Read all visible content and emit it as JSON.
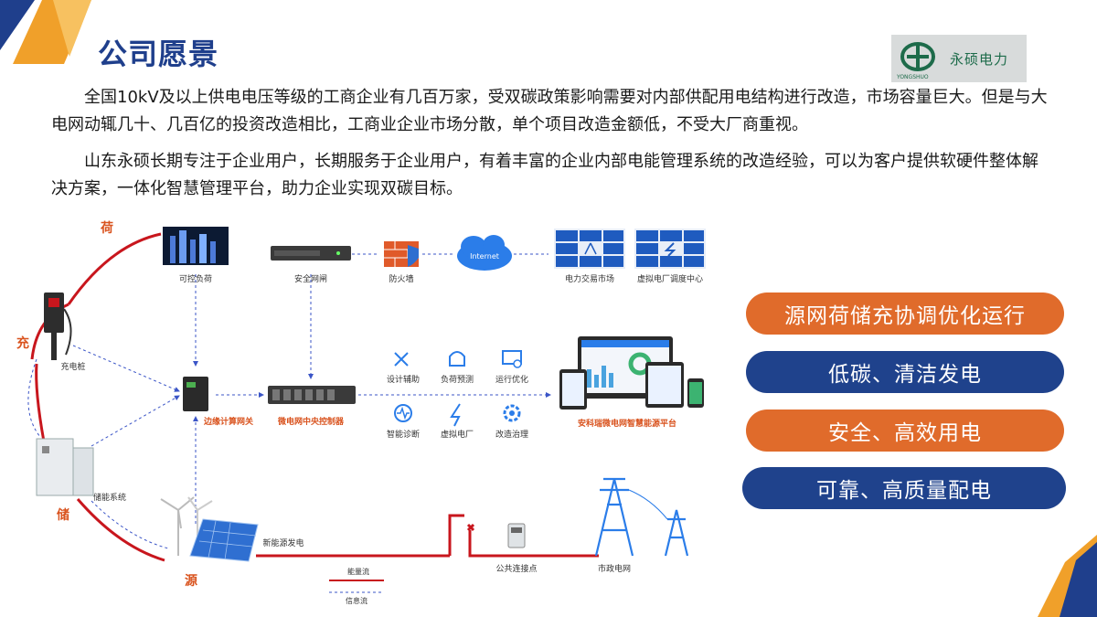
{
  "title": "公司愿景",
  "logo": {
    "brand": "永硕电力",
    "latin": "YONGSHUO"
  },
  "paragraphs": [
    "全国10kV及以上供电电压等级的工商企业有几百万家，受双碳政策影响需要对内部供配用电结构进行改造，市场容量巨大。但是与大电网动辄几十、几百亿的投资改造相比，工商业企业市场分散，单个项目改造金额低，不受大厂商重视。",
    "山东永硕长期专注于企业用户，长期服务于企业用户，有着丰富的企业内部电能管理系统的改造经验，可以为客户提供软硬件整体解决方案，一体化智慧管理平台，助力企业实现双碳目标。"
  ],
  "diagram": {
    "arc_labels": {
      "load": "荷",
      "charge": "充",
      "store": "储",
      "source": "源"
    },
    "nodes": {
      "controllable_load": "可控负荷",
      "security_gateway": "安全网闸",
      "firewall": "防火墙",
      "internet": "Internet",
      "power_market": "电力交易市场",
      "vpp_center": "虚拟电厂调度中心",
      "charging_pile": "充电桩",
      "edge_gateway": "边缘计算网关",
      "microgrid_controller": "微电网中央控制器",
      "platform": "安科瑞微电网智慧能源平台",
      "storage": "储能系统",
      "renewable": "新能源发电",
      "pcc": "公共连接点",
      "utility_grid": "市政电网"
    },
    "functions": [
      "设计辅助",
      "负荷预测",
      "运行优化",
      "智能诊断",
      "虚拟电厂",
      "改造治理"
    ],
    "legend": {
      "energy": "能量流",
      "info": "信息流"
    },
    "colors": {
      "energy": "#c8161d",
      "info": "#3b55c7",
      "arc_label": "#d9531e"
    }
  },
  "pills": [
    {
      "label": "源网荷储充协调优化运行",
      "color": "orange"
    },
    {
      "label": "低碳、清洁发电",
      "color": "blue"
    },
    {
      "label": "安全、高效用电",
      "color": "orange"
    },
    {
      "label": "可靠、高质量配电",
      "color": "blue"
    }
  ]
}
